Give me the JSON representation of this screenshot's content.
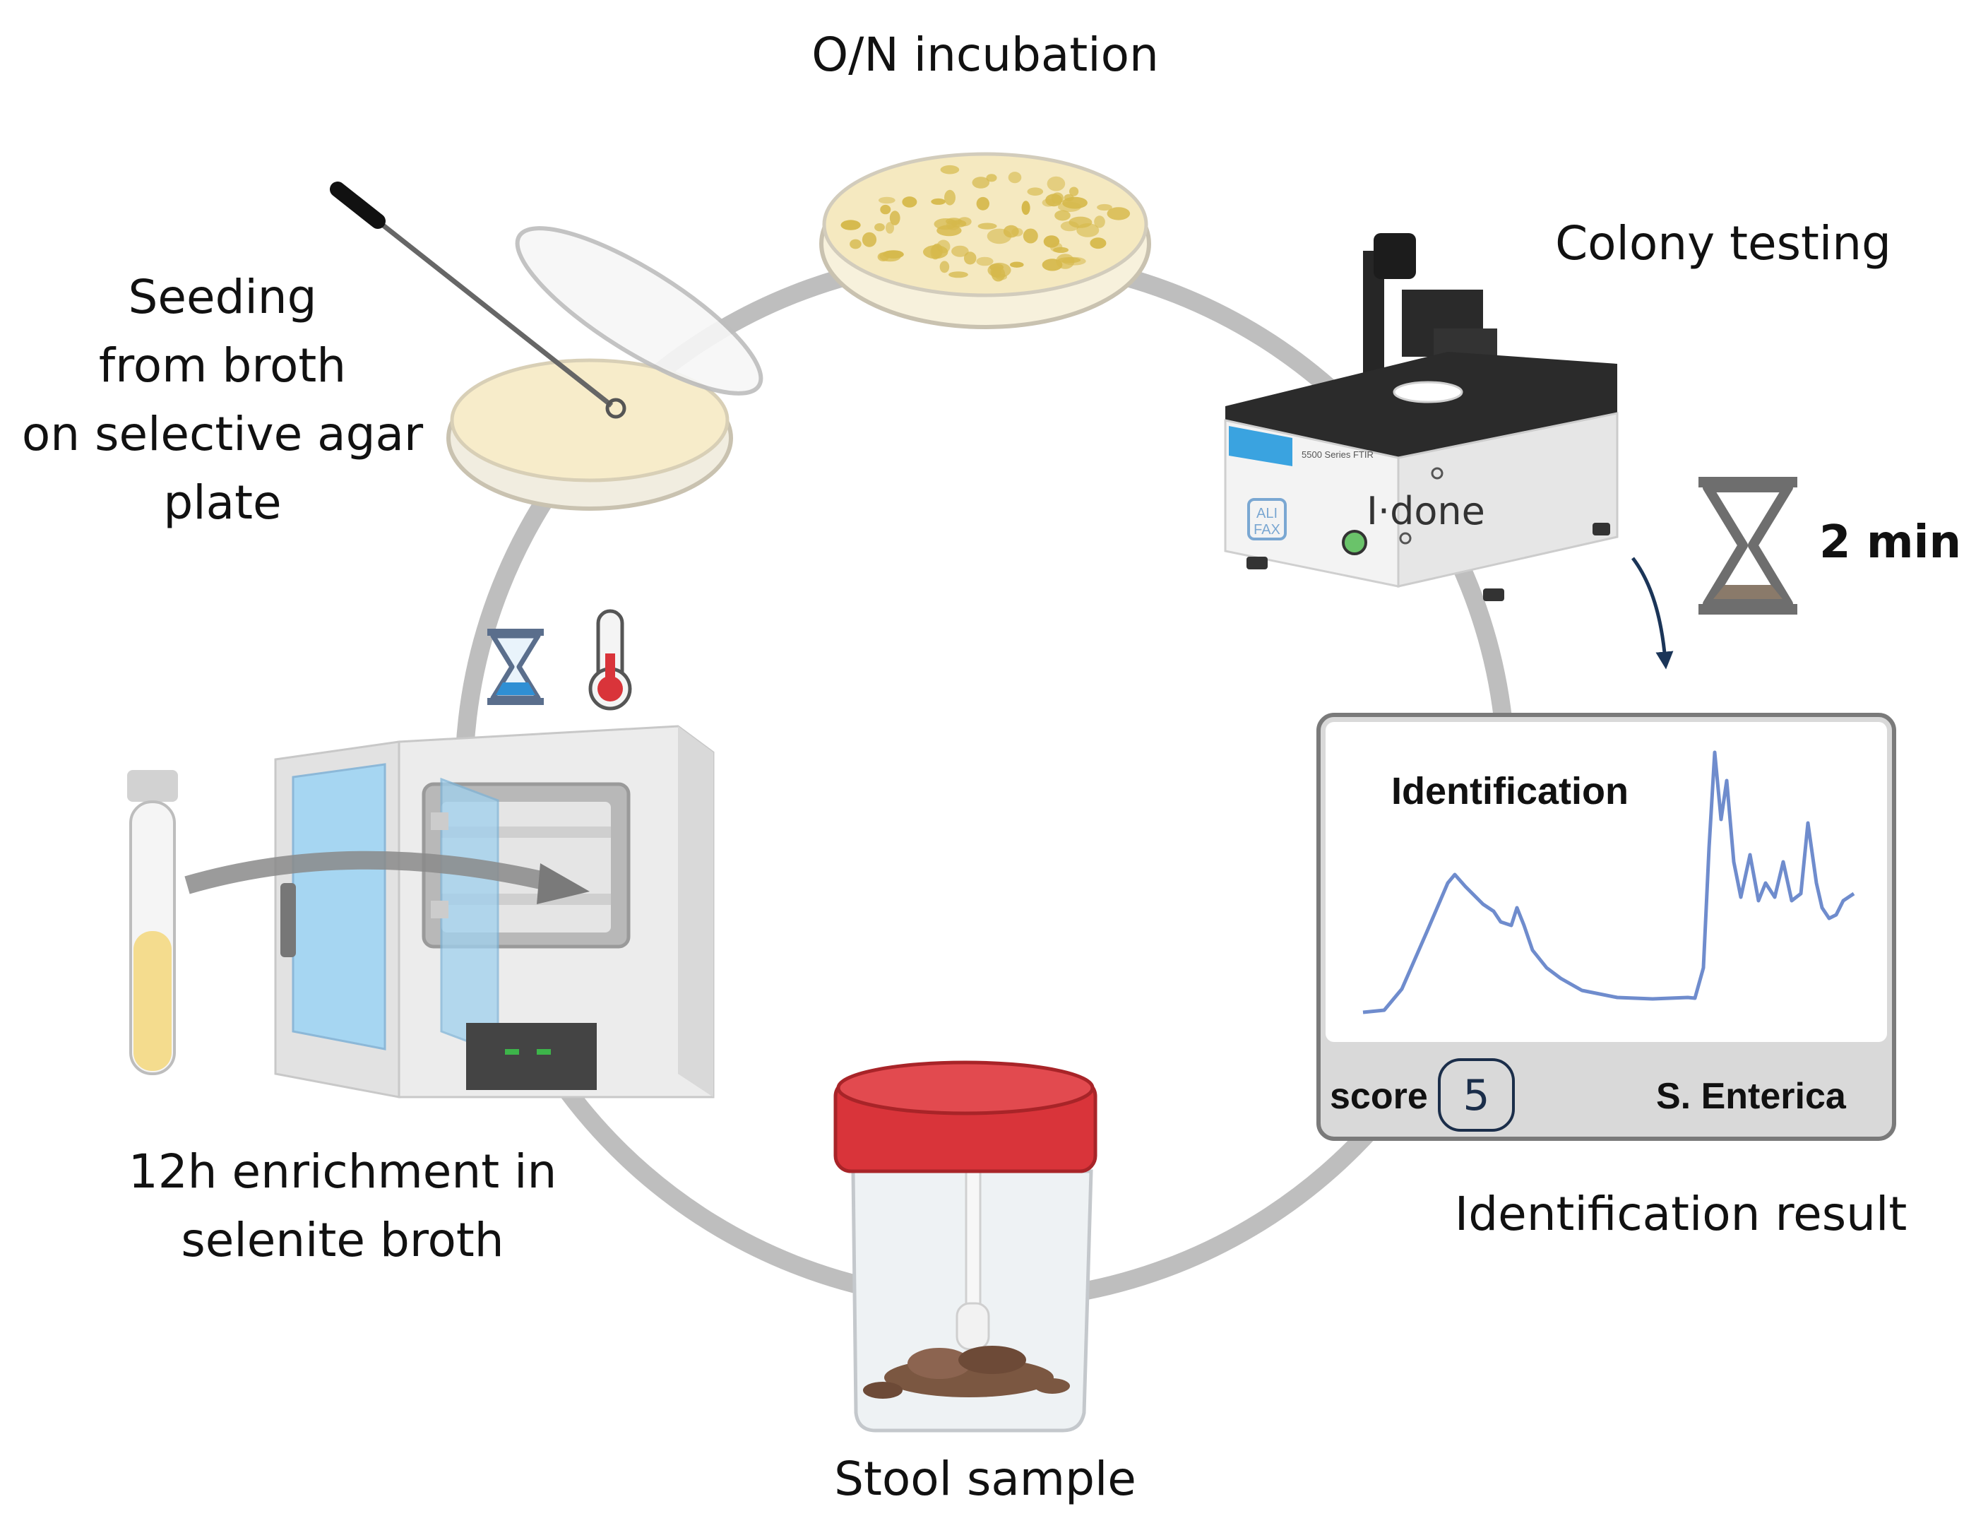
{
  "steps": {
    "incubation": "O/N incubation",
    "colony_testing": "Colony testing",
    "seeding": [
      "Seeding",
      "from broth",
      "on selective agar",
      "plate"
    ],
    "enrichment": [
      "12h enrichment in",
      "selenite broth"
    ],
    "stool": "Stool sample",
    "result": "Identification result"
  },
  "timer": {
    "label": "2 min"
  },
  "instrument": {
    "brand": "I·done",
    "model": "5500 Series FTIR",
    "maker_logo": [
      "ALI",
      "FAX"
    ]
  },
  "result_panel": {
    "title": "Identification",
    "score_label": "score",
    "score_value": "5",
    "organism": "S. Enterica"
  },
  "colors": {
    "ring": "#bebebe",
    "spectrum": "#6f8ccd",
    "cap": "#d9343a",
    "hourglass": "#6e6e6e",
    "sand": "#8a7a6a",
    "arrow": "#1b3558"
  }
}
